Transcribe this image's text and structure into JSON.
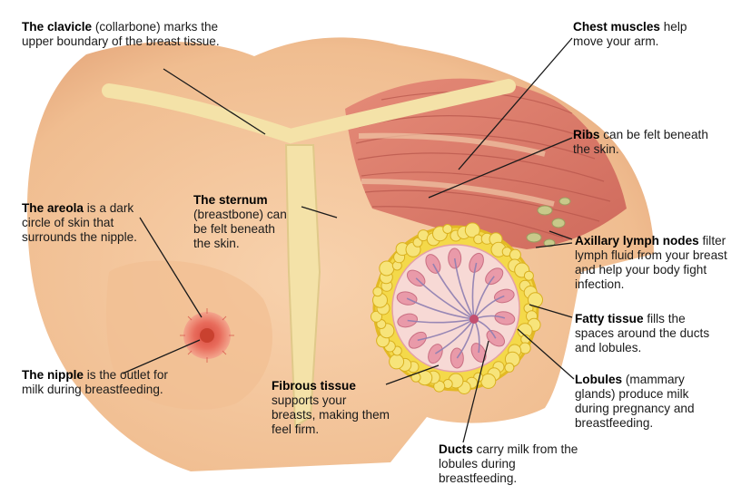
{
  "labels": {
    "clavicle": {
      "term": "The clavicle",
      "text": " (collarbone) marks the upper boundary of the breast tissue."
    },
    "chest": {
      "term": "Chest muscles",
      "text": " help move your arm."
    },
    "ribs": {
      "term": "Ribs",
      "text": " can be felt beneath the skin."
    },
    "areola": {
      "term": "The areola",
      "text": " is a dark circle of skin that surrounds the nipple."
    },
    "sternum": {
      "term": "The sternum",
      "text": " (breastbone) can be felt beneath the skin."
    },
    "axillary": {
      "term": "Axillary lymph nodes",
      "text": " filter lymph fluid from your breast and help your body fight infection."
    },
    "fatty": {
      "term": "Fatty tissue",
      "text": " fills the spaces around the ducts and lobules."
    },
    "nipple": {
      "term": "The nipple",
      "text": " is the outlet for milk during breastfeeding."
    },
    "fibrous": {
      "term": "Fibrous tissue",
      "text": " supports your breasts, making them feel firm."
    },
    "lobules": {
      "term": "Lobules",
      "text": " (mammary glands) produce milk during pregnancy and breastfeeding."
    },
    "ducts": {
      "term": "Ducts",
      "text": " carry milk from the lobules during breastfeeding."
    }
  },
  "colors": {
    "skin": "#f3c49a",
    "skin_shadow": "#e3a57a",
    "muscle": "#e07a6a",
    "bone": "#f4e2a8",
    "fat": "#f2d33a",
    "lobule": "#e9a3b0",
    "areola": "#e36a5a"
  }
}
